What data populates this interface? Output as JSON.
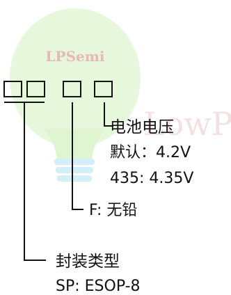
{
  "watermark": {
    "logo_text": "LPSemi",
    "brand_text": "LowPo",
    "bulb_color": "#d9f3c9",
    "logo_color": "#e8b7b7"
  },
  "code_boxes": [
    "□",
    "□",
    "□",
    "□"
  ],
  "fields": {
    "battery_voltage": {
      "title": "电池电压",
      "default": "默认：4.2V",
      "option_435": "435: 4.35V"
    },
    "lead_free": {
      "label": "F: 无铅"
    },
    "package_type": {
      "title": "封装类型",
      "sp": "SP: ESOP-8"
    }
  }
}
